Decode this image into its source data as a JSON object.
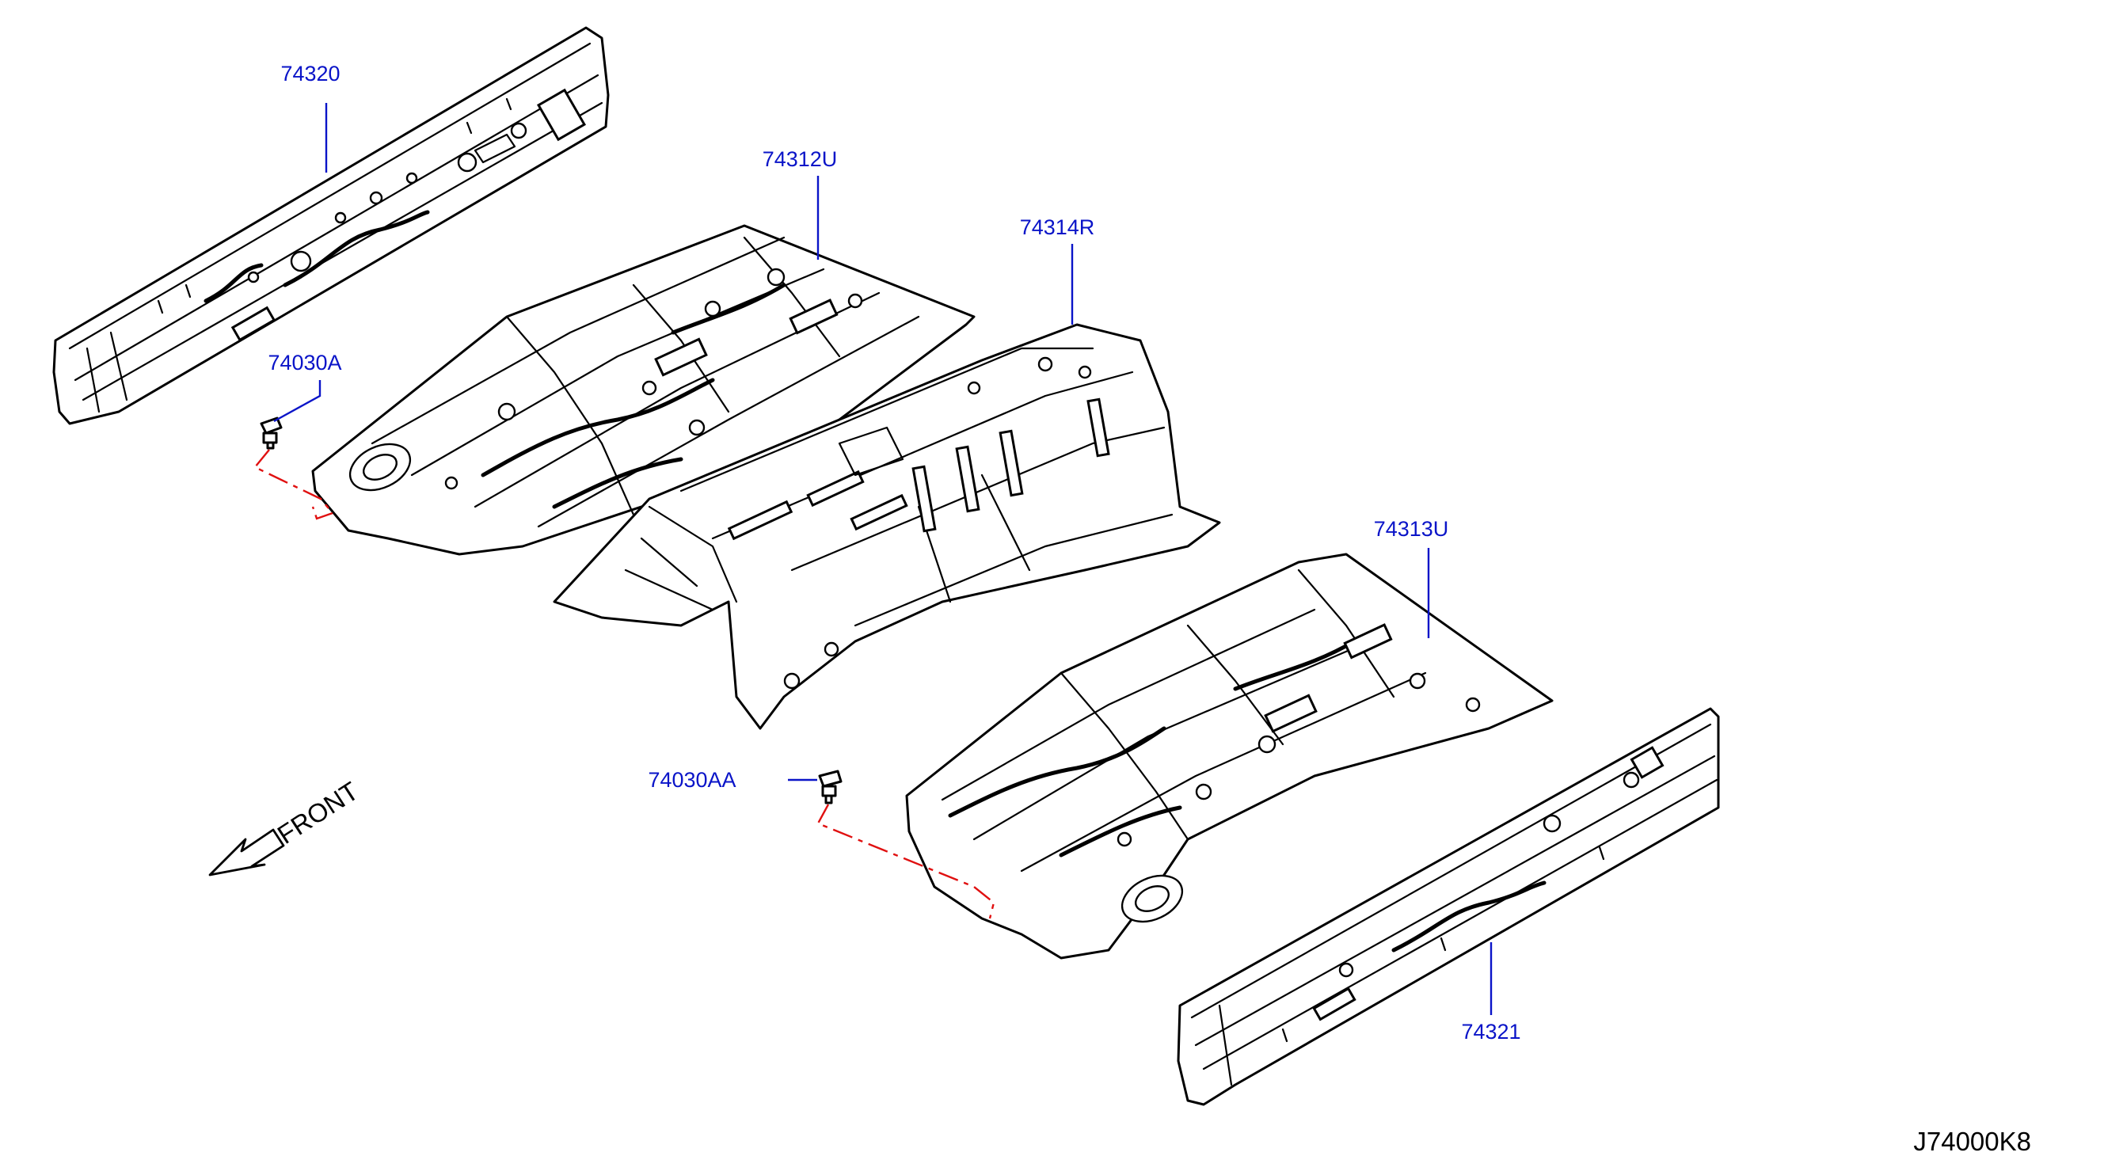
{
  "colors": {
    "label": "#0a14c8",
    "leader": "#0a14c8",
    "line": "#000000",
    "dash": "#e01010",
    "code": "#000000"
  },
  "parts": [
    {
      "id": "side-member-lh",
      "number": "74320"
    },
    {
      "id": "front-floor-lh",
      "number": "74312U"
    },
    {
      "id": "center-tunnel",
      "number": "74314R"
    },
    {
      "id": "front-floor-rh",
      "number": "74313U"
    },
    {
      "id": "side-member-rh",
      "number": "74321"
    },
    {
      "id": "clip-lh",
      "number": "74030A"
    },
    {
      "id": "clip-rh",
      "number": "74030AA"
    }
  ],
  "direction": {
    "text": "FRONT",
    "icon": "arrow-left-down-icon"
  },
  "diagram_code": "J74000K8"
}
